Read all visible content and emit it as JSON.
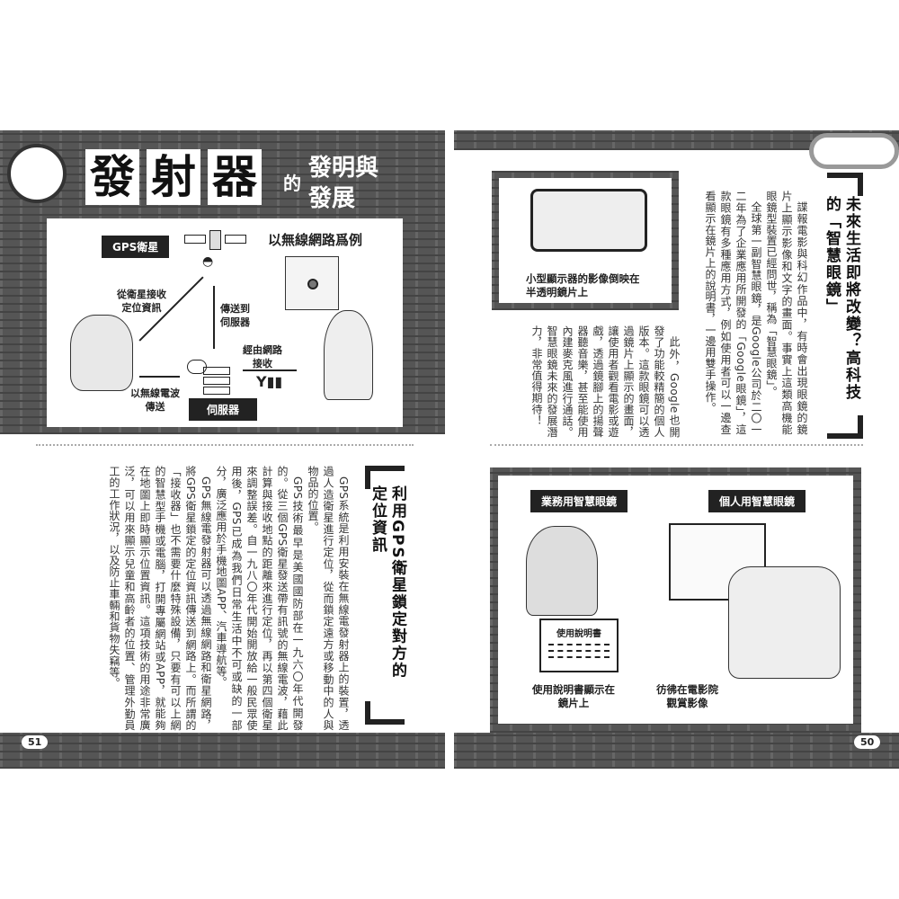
{
  "left_page": {
    "title": {
      "big": [
        "發",
        "射",
        "器"
      ],
      "connector": "的",
      "sub": [
        "發明與",
        "發展"
      ]
    },
    "diagram": {
      "heading": "以無線網路爲例",
      "gps_label": "GPS衛星",
      "server_label": "伺服器",
      "receive_from_satellite": [
        "從衛星接收",
        "定位資訊"
      ],
      "send_to_server": [
        "傳送到",
        "伺服器"
      ],
      "send_by_radio": [
        "以無線電波",
        "傳送"
      ],
      "receive_via_network": [
        "經由網路",
        "接收"
      ]
    },
    "section": {
      "heading": "利用GPS衛星鎖定對方的定位資訊",
      "paragraphs": [
        "GPS系統是利用安裝在無線電發射器上的裝置，透過人造衛星進行定位，從而鎖定遠方或移動中的人與物品的位置。",
        "GPS技術最早是美國國防部在一九六〇年代開發的。從三個GPS衛星發送帶有訊號的無線電波，藉此計算與接收地點的距離來進行定位，再以第四個衛星來調整誤差。自一九八〇年代開始開放給一般民眾使用後，GPS已成為我們日常生活中不可或缺的一部分，廣泛應用於手機地圖APP、汽車導航等。",
        "GPS無線電發射器可以透過無線網路和衛星網路，將GPS衛星鎖定的定位資訊傳送到網路上。而所謂的「接收器」也不需要什麼特殊設備，只要有可以上網的智慧型手機或電腦，打開專屬網站或APP，就能夠在地圖上即時顯示位置資訊。這項技術的用途非常廣泛，可以用來顯示兒童和高齡者的位置、管理外勤員工的工作狀況，以及防止車輛和貨物失竊等。"
      ]
    },
    "page_number": "51"
  },
  "right_page": {
    "section": {
      "heading": "未來生活即將改變？高科技的「智慧眼鏡」",
      "paragraphs": [
        "諜報電影與科幻作品中，有時會出現眼鏡的鏡片上顯示影像和文字的畫面。事實上這類高機能眼鏡型裝置已經問世，稱為「智慧眼鏡」。",
        "全球第一副智慧眼鏡，是Google公司於二〇一二年為了企業應用所開發的「Google眼鏡」，這款眼鏡有多種應用方式，例如使用者可以一邊查看顯示在鏡片上的說明書，一邊用雙手操作。",
        "此外，Google也開發了功能較精簡的個人版本。這款眼鏡可以透過鏡片上顯示的畫面，讓使用者觀看電影或遊戲，透過鏡腳上的揚聲器聽音樂，甚至能使用內建麥克風進行通話。智慧眼鏡未來的發展潛力，非常值得期待！"
      ]
    },
    "glasses_caption": [
      "小型顯示器的影像倒映在",
      "半透明鏡片上"
    ],
    "illustration": {
      "business_label": "業務用智慧眼鏡",
      "personal_label": "個人用智慧眼鏡",
      "manual_title": "使用說明書",
      "business_caption": [
        "使用說明書顯示在",
        "鏡片上"
      ],
      "personal_caption": [
        "彷彿在電影院",
        "觀賞影像"
      ]
    },
    "page_number": "50"
  }
}
